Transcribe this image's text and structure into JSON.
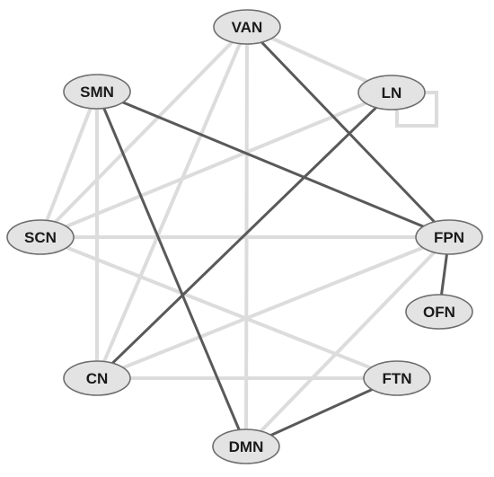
{
  "nodes": [
    {
      "id": "VAN",
      "label": "VAN"
    },
    {
      "id": "LN",
      "label": "LN"
    },
    {
      "id": "SMN",
      "label": "SMN"
    },
    {
      "id": "SCN",
      "label": "SCN"
    },
    {
      "id": "FPN",
      "label": "FPN"
    },
    {
      "id": "OFN",
      "label": "OFN"
    },
    {
      "id": "CN",
      "label": "CN"
    },
    {
      "id": "FTN",
      "label": "FTN"
    },
    {
      "id": "DMN",
      "label": "DMN"
    }
  ],
  "edges": [
    {
      "from": "VAN",
      "to": "LN",
      "strength": "weak"
    },
    {
      "from": "VAN",
      "to": "SCN",
      "strength": "weak"
    },
    {
      "from": "VAN",
      "to": "CN",
      "strength": "weak"
    },
    {
      "from": "VAN",
      "to": "DMN",
      "strength": "weak"
    },
    {
      "from": "SMN",
      "to": "SCN",
      "strength": "weak"
    },
    {
      "from": "SMN",
      "to": "CN",
      "strength": "weak"
    },
    {
      "from": "LN",
      "to": "SCN",
      "strength": "weak"
    },
    {
      "from": "SCN",
      "to": "FPN",
      "strength": "weak"
    },
    {
      "from": "SCN",
      "to": "FTN",
      "strength": "weak"
    },
    {
      "from": "FPN",
      "to": "CN",
      "strength": "weak"
    },
    {
      "from": "FPN",
      "to": "DMN",
      "strength": "weak"
    },
    {
      "from": "CN",
      "to": "FTN",
      "strength": "weak"
    },
    {
      "from": "VAN",
      "to": "FPN",
      "strength": "strong"
    },
    {
      "from": "SMN",
      "to": "FPN",
      "strength": "strong"
    },
    {
      "from": "SMN",
      "to": "DMN",
      "strength": "strong"
    },
    {
      "from": "LN",
      "to": "CN",
      "strength": "strong"
    },
    {
      "from": "FPN",
      "to": "OFN",
      "strength": "strong"
    },
    {
      "from": "FTN",
      "to": "DMN",
      "strength": "strong"
    }
  ],
  "self_loops": [
    {
      "node": "LN",
      "strength": "weak"
    }
  ],
  "colors": {
    "weak_edge": "#dcdcdc",
    "strong_edge": "#595959",
    "node_fill": "#e3e3e3",
    "node_stroke": "#6e6e6e"
  }
}
